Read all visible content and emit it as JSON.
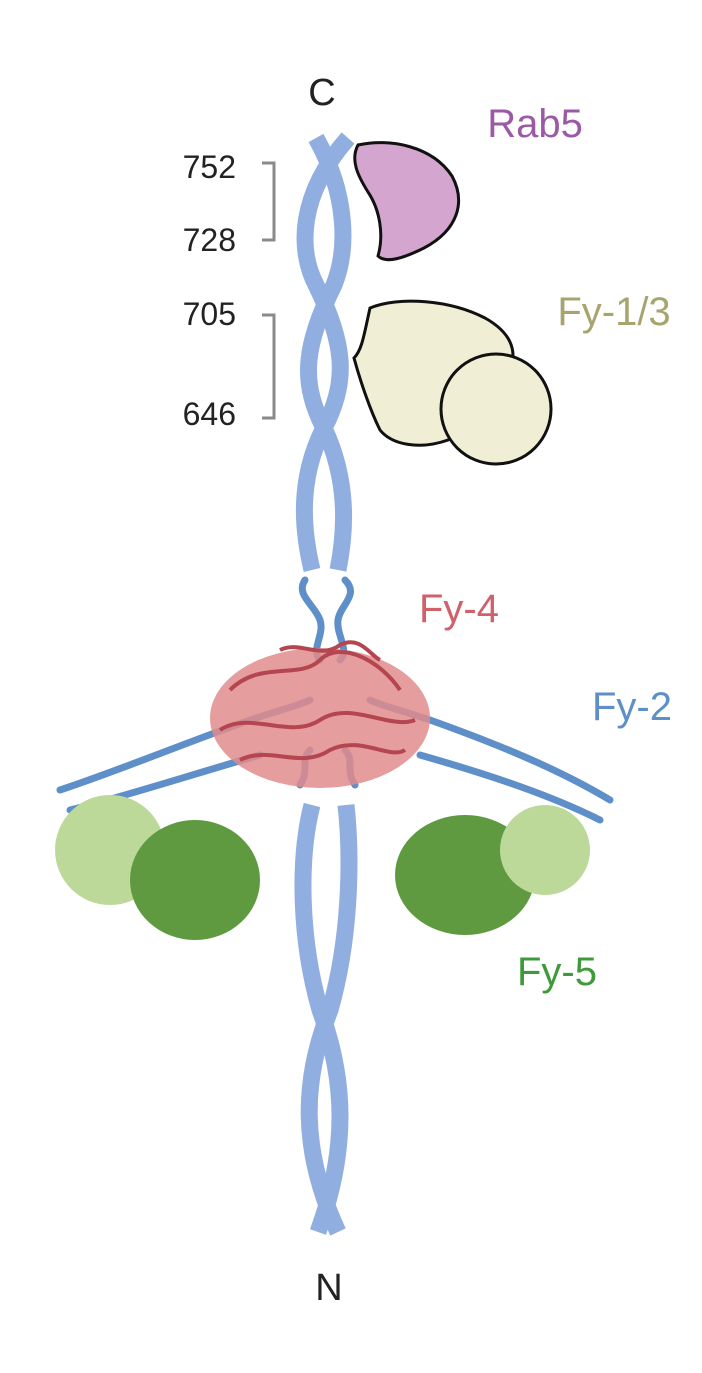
{
  "termini": {
    "c_terminus": "C",
    "n_terminus": "N"
  },
  "residues": {
    "r752": "752",
    "r728": "728",
    "r705": "705",
    "r646": "646"
  },
  "proteins": {
    "rab5": {
      "label": "Rab5",
      "color": "#9b5aa6",
      "fill": "#d4a6cf"
    },
    "fy13": {
      "label": "Fy-1/3",
      "color": "#a8a470",
      "fill": "#f0eed4"
    },
    "fy4": {
      "label": "Fy-4",
      "color": "#d0606a",
      "fill": "#e08c8c"
    },
    "fy2": {
      "label": "Fy-2",
      "color": "#5f8fc9",
      "fill": "#a8c2e8"
    },
    "fy5": {
      "label": "Fy-5",
      "color": "#3e9a3a",
      "fill": "#5f9a40",
      "fill_light": "#bcd99a"
    }
  },
  "colors": {
    "coil": "#90aedf",
    "bracket": "#8a8a8a",
    "text": "#222222",
    "outline": "#111111"
  }
}
